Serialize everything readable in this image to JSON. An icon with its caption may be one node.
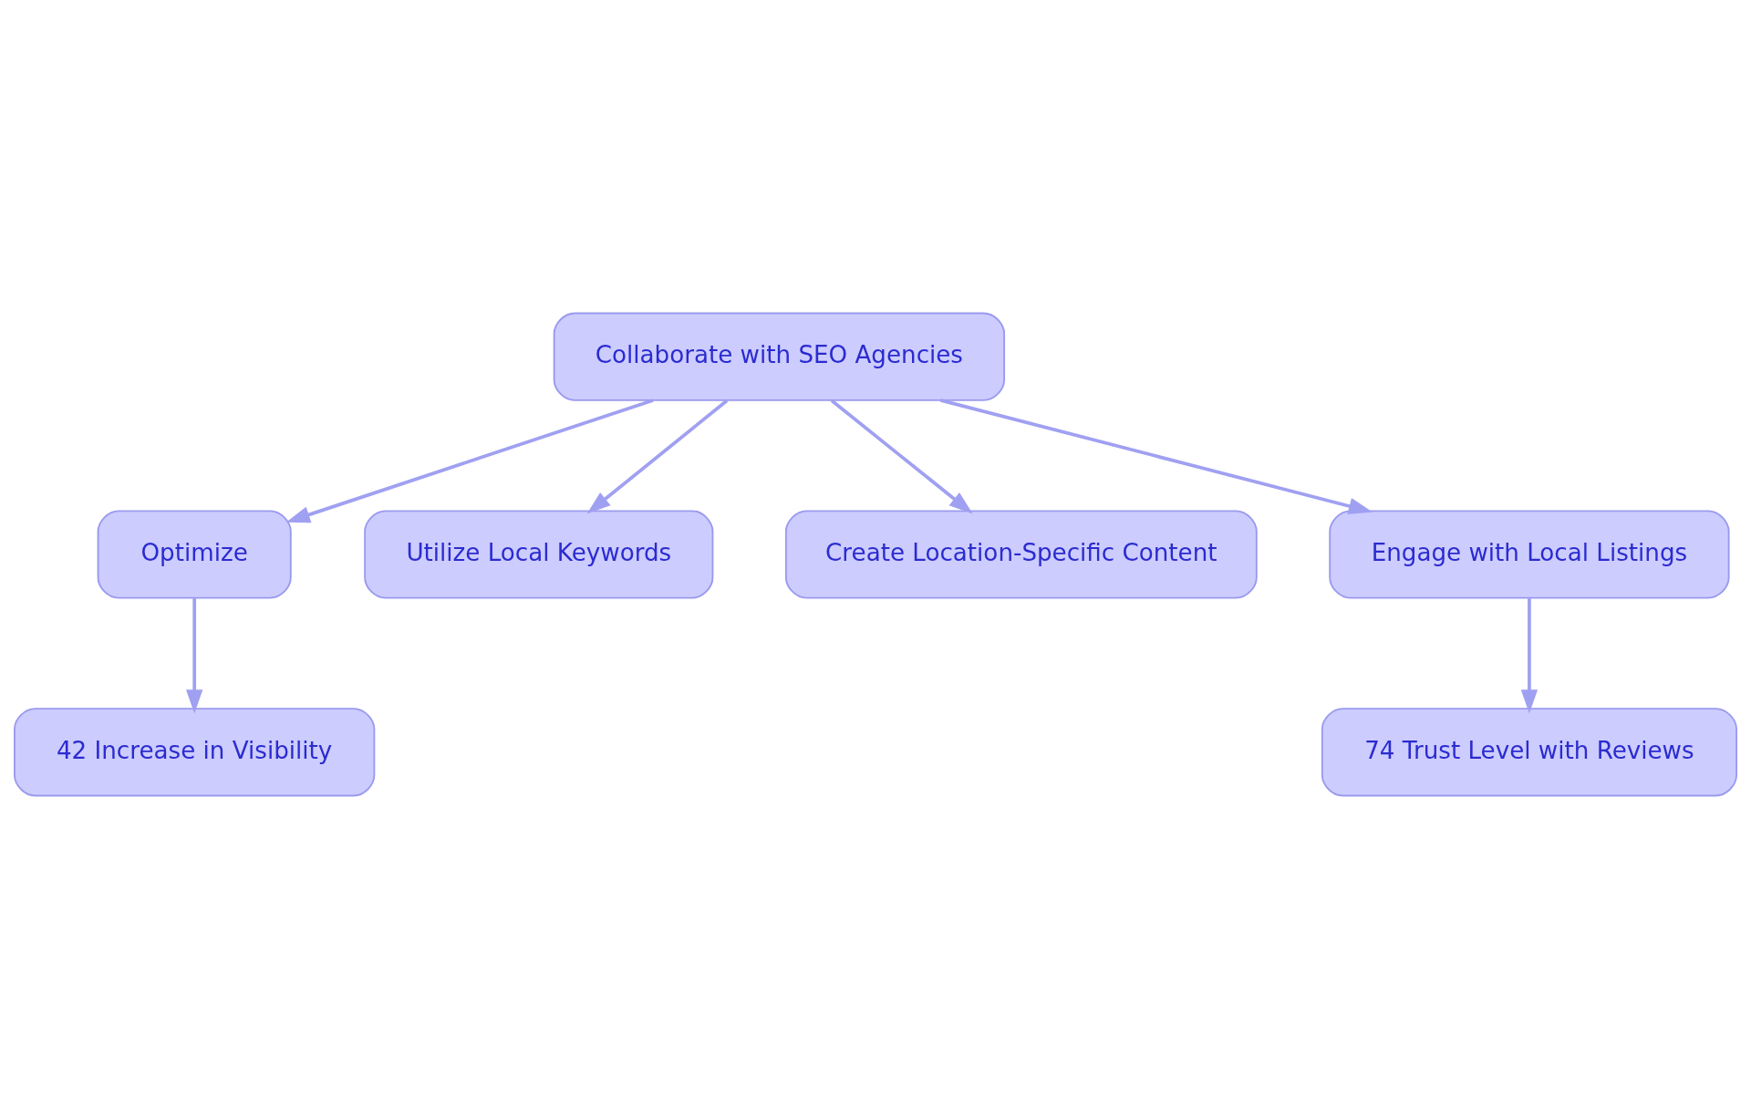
{
  "diagram": {
    "nodes": [
      {
        "text": [
          "Collaborate with SEO Agencies"
        ]
      },
      {
        "text": [
          "Optimize"
        ]
      },
      {
        "text": [
          "Utilize Local Keywords"
        ]
      },
      {
        "text": [
          "Create Location-Specific Content"
        ]
      },
      {
        "text": [
          "Engage with Local Listings"
        ]
      },
      {
        "text": [
          "42 Increase in Visibility"
        ]
      },
      {
        "text": [
          "74 Trust Level with Reviews"
        ]
      }
    ],
    "edges": [
      {
        "from": 0,
        "to": 1,
        "arrow": "to"
      },
      {
        "from": 0,
        "to": 2,
        "arrow": "to"
      },
      {
        "from": 0,
        "to": 3,
        "arrow": "to"
      },
      {
        "from": 0,
        "to": 4,
        "arrow": "to"
      },
      {
        "from": 1,
        "to": 5,
        "arrow": "to"
      },
      {
        "from": 4,
        "to": 6,
        "arrow": "to"
      }
    ]
  }
}
